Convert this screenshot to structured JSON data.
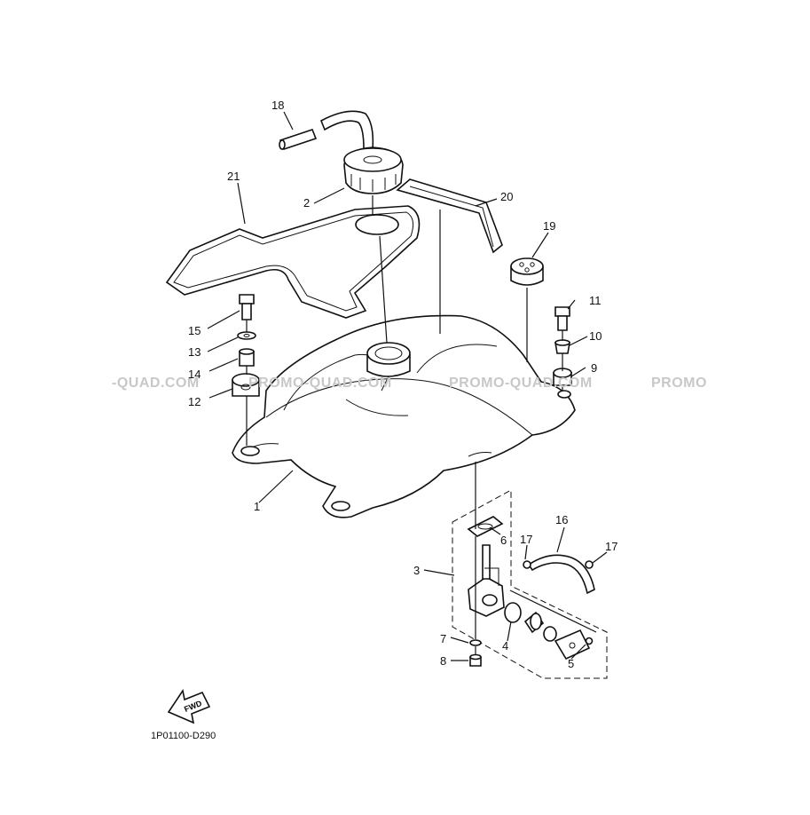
{
  "watermarks": [
    "-QUAD.COM",
    "PROMO-QUAD.COM",
    "PROMO-QUAD.COM",
    "PROMO"
  ],
  "diagram_code": "1P01100-D290",
  "fwd_label": "FWD",
  "callouts": [
    {
      "id": "1",
      "label": "1"
    },
    {
      "id": "2",
      "label": "2"
    },
    {
      "id": "3",
      "label": "3"
    },
    {
      "id": "4",
      "label": "4"
    },
    {
      "id": "5",
      "label": "5"
    },
    {
      "id": "6",
      "label": "6"
    },
    {
      "id": "7",
      "label": "7"
    },
    {
      "id": "8",
      "label": "8"
    },
    {
      "id": "9",
      "label": "9"
    },
    {
      "id": "10",
      "label": "10"
    },
    {
      "id": "11",
      "label": "11"
    },
    {
      "id": "12",
      "label": "12"
    },
    {
      "id": "13",
      "label": "13"
    },
    {
      "id": "14",
      "label": "14"
    },
    {
      "id": "15",
      "label": "15"
    },
    {
      "id": "16",
      "label": "16"
    },
    {
      "id": "17a",
      "label": "17"
    },
    {
      "id": "17b",
      "label": "17"
    },
    {
      "id": "18",
      "label": "18"
    },
    {
      "id": "19",
      "label": "19"
    },
    {
      "id": "20",
      "label": "20"
    },
    {
      "id": "21",
      "label": "21"
    }
  ]
}
